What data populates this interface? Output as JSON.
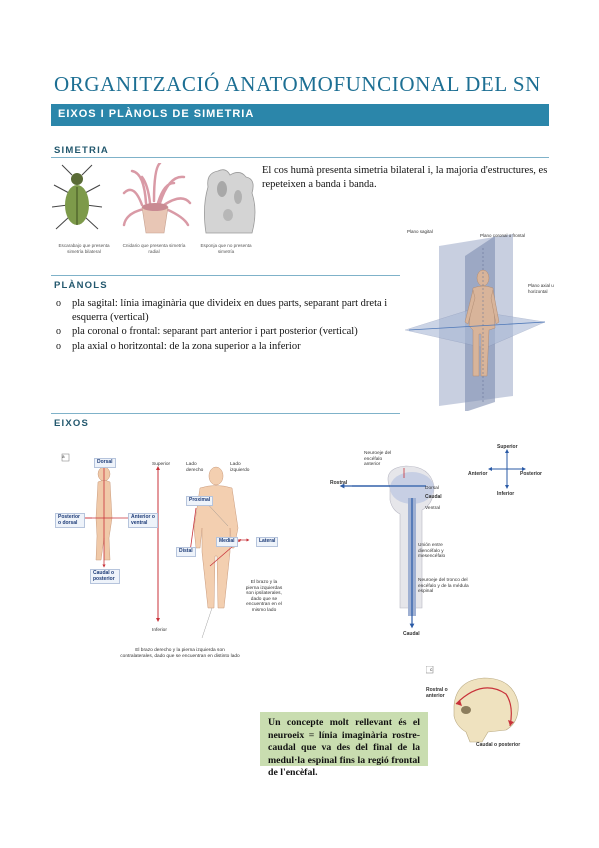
{
  "title": "ORGANITZACIÓ ANATOMOFUNCIONAL DEL SN",
  "banner": "EIXOS I PLÀNOLS DE SIMETRIA",
  "simetria": {
    "heading": "SIMETRIA",
    "text": "El cos humà presenta simetria bilateral i, la majoria d'estructures, es repeteixen a banda i banda.",
    "captions": [
      "Escarabajo que presenta simetría bilateral",
      "Cnidario que presenta simetría radial",
      "Esponja que no presenta simetría"
    ]
  },
  "planols": {
    "heading": "PLÀNOLS",
    "items": [
      "pla sagital: línia imaginària que divideix en dues parts, separant part dreta i esquerra (vertical)",
      "pla coronal o frontal: separant part anterior i part posterior (vertical)",
      "pla axial o horitzontal: de la zona superior a la inferior"
    ],
    "figure_labels": [
      "Plano sagital",
      "Plano coronal o frontal",
      "Plano axial u horizontal"
    ]
  },
  "eixos": {
    "heading": "EIXOS",
    "fig_a": {
      "letter": "a",
      "dorsal": "Dorsal",
      "posterior": "Posterior o dorsal",
      "anterior": "Anterior o ventral",
      "caudal": "Caudal o posterior",
      "superior": "Superior",
      "inferior": "Inferior",
      "lado_derecho": "Lado derecho",
      "lado_izquierdo": "Lado izquierdo",
      "proximal": "Proximal",
      "medial": "Medial",
      "lateral": "Lateral",
      "distal": "Distal",
      "note_ipsi": "El brazo y la pierna izquierdas son ipsilaterales, dado que se encuentran en el mismo lado",
      "note_contra": "El brazo derecho y la pierna izquierda son contralaterales, dado que se encuentran en distinto lado"
    },
    "fig_b": {
      "neuroeje": "Neuroeje del encéfalo anterior",
      "rostral": "Rostral",
      "dorsal": "Dorsal",
      "caudal": "Caudal",
      "ventral": "Ventral",
      "union": "Unión entre diencéfalo y mesencéfalo",
      "tronco": "Neuroeje del tronco del encéfalo y de la médula espinal",
      "caudal_bottom": "Caudal"
    },
    "compass": {
      "superior": "Superior",
      "anterior": "Anterior",
      "posterior": "Posterior",
      "inferior": "Inferior"
    },
    "fig_c": {
      "letter": "c",
      "rostral": "Rostral o anterior",
      "caudal": "Caudal o posterior"
    },
    "note": "Un concepte molt rellevant és el neuroeix = línia imaginària rostre-caudal que va des del final de la medul·la espinal fins la regió frontal de l'encèfal."
  },
  "colors": {
    "title": "#1d6f93",
    "banner": "#2b86aa",
    "rule": "#7fb2c9",
    "note_bg": "#c9ddb0",
    "arrow_red": "#c8323a"
  }
}
